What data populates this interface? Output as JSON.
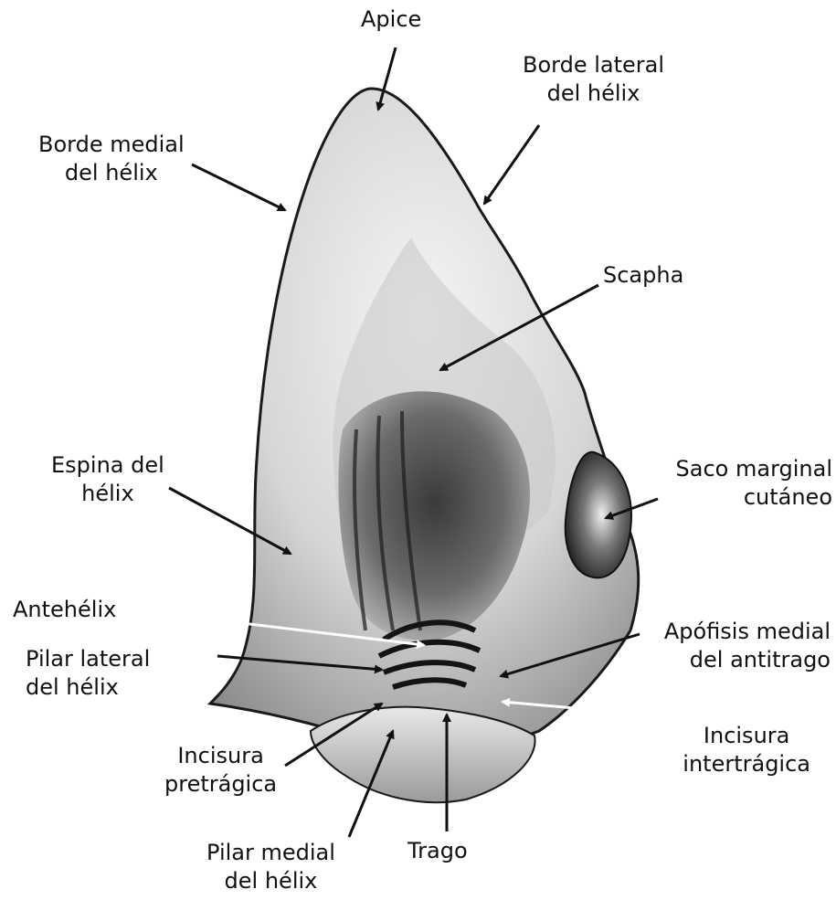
{
  "labels": {
    "apice": [
      "Apice"
    ],
    "borde_lateral": [
      "Borde lateral",
      "del hélix"
    ],
    "borde_medial": [
      "Borde medial",
      "del hélix"
    ],
    "scapha": [
      "Scapha"
    ],
    "espina": [
      "Espina del",
      "hélix"
    ],
    "saco": [
      "Saco marginal",
      "cutáneo"
    ],
    "antehelix": [
      "Antehélix"
    ],
    "pilar_lateral": [
      "Pilar lateral",
      "del hélix"
    ],
    "apofisis": [
      "Apófisis medial",
      "del antitrago"
    ],
    "incisura_intertragica": [
      "Incisura",
      "intertrágica"
    ],
    "incisura_pretragica": [
      "Incisura",
      "pretrágica"
    ],
    "pilar_medial": [
      "Pilar medial",
      "del hélix"
    ],
    "trago": [
      "Trago"
    ]
  },
  "colors": {
    "background": "#ffffff",
    "text": "#111111",
    "arrow_dark": "#111111",
    "arrow_light": "#ffffff"
  }
}
